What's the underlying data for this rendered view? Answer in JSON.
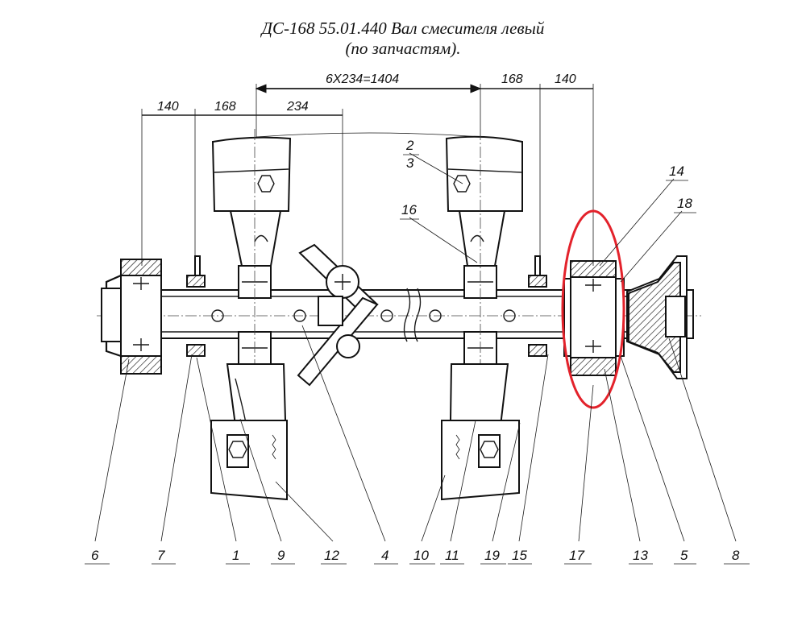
{
  "title": {
    "line1": "ДС-168 55.01.440 Вал смесителя левый",
    "line2": "(по запчастям)."
  },
  "dimensions": {
    "top_total": "6X234=1404",
    "top_right_168": "168",
    "top_right_140": "140",
    "left_140": "140",
    "left_168": "168",
    "left_234": "234"
  },
  "callouts_bottom": [
    "6",
    "7",
    "1",
    "9",
    "12",
    "4",
    "10",
    "11",
    "19",
    "15",
    "17",
    "13",
    "5",
    "8"
  ],
  "callouts_top": [
    "2",
    "3",
    "16",
    "14",
    "18"
  ],
  "highlight": {
    "color": "#e3222b",
    "target": "bearing assembly (14, 17, 18)"
  }
}
